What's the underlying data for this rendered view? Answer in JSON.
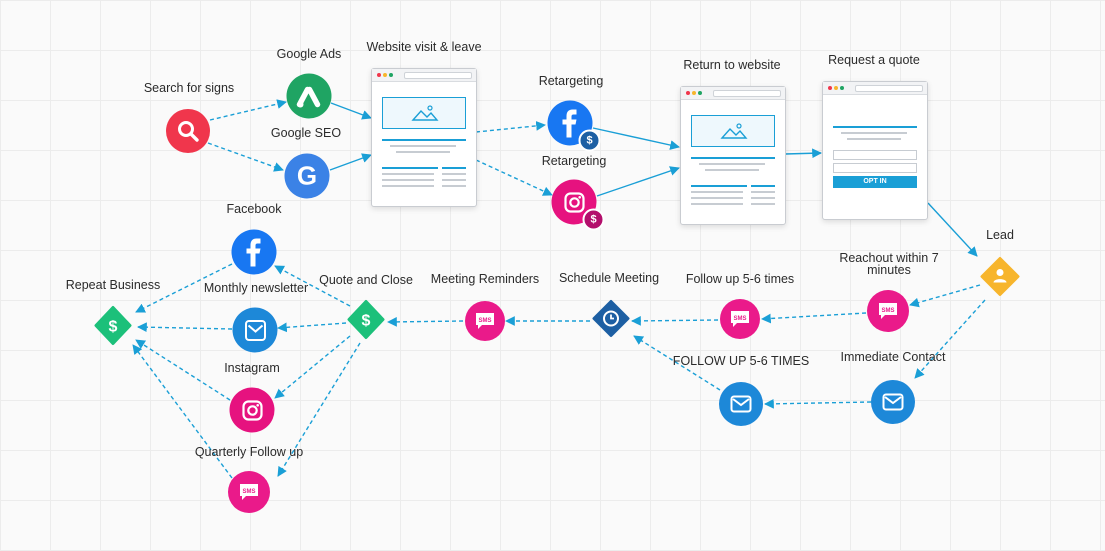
{
  "labels": {
    "search": "Search for signs",
    "google_ads": "Google Ads",
    "google_seo": "Google SEO",
    "website_visit": "Website visit & leave",
    "retargeting_fb": "Retargeting",
    "retargeting_ig": "Retargeting",
    "return_website": "Return to website",
    "request_quote": "Request a quote",
    "lead": "Lead",
    "reachout": "Reachout within 7\nminutes",
    "immediate_contact": "Immediate Contact",
    "follow_up_sms": "Follow up 5-6 times",
    "follow_up_email": "FOLLOW UP 5-6 TIMES",
    "schedule_meeting": "Schedule Meeting",
    "meeting_reminders": "Meeting Reminders",
    "quote_close": "Quote and Close",
    "facebook": "Facebook",
    "monthly_newsletter": "Monthly newsletter",
    "instagram": "Instagram",
    "quarterly_follow_up": "Quarterly Follow up",
    "repeat_business": "Repeat Business"
  },
  "form": {
    "opt_in_label": "OPT IN"
  },
  "icons": {
    "sms_text": "SMS",
    "dollar": "$",
    "google_letter": "G"
  },
  "colors": {
    "red": "#f0364c",
    "green": "#1fa463",
    "google_blue": "#3b82e6",
    "facebook_blue": "#1877f2",
    "instagram_pink": "#e6127f",
    "sms_pink": "#ea1a8a",
    "email_blue": "#1d88d8",
    "dark_blue": "#1d5fa3",
    "diamond_green": "#1cc07a",
    "lead_orange": "#f7b52c",
    "arrow": "#1a9fd6"
  }
}
